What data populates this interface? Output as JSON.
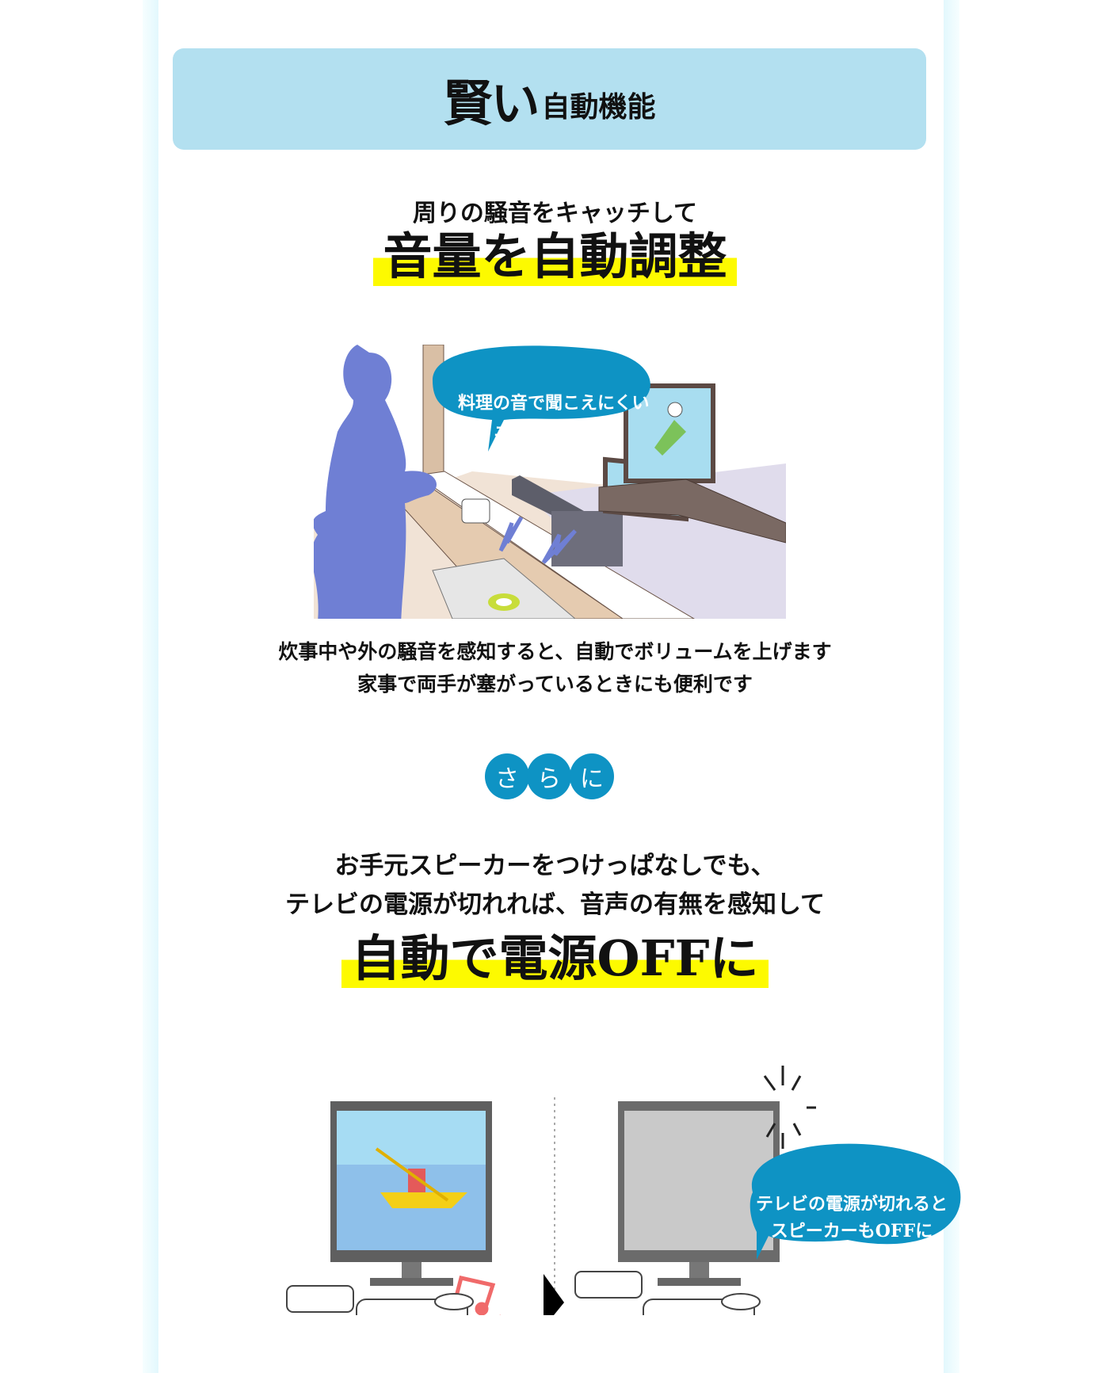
{
  "header": {
    "title_big": "賢い",
    "title_small": "自動機能"
  },
  "section1": {
    "subtitle": "周りの騒音をキャッチして",
    "headline": "音量を自動調整",
    "bubble": [
      "料理の音で聞こえにくい",
      "ボリュームUP！"
    ],
    "description": [
      "炊事中や外の騒音を感知すると、自動でボリュームを上げます",
      "家事で両手が塞がっているときにも便利です"
    ]
  },
  "sarani": [
    "さ",
    "ら",
    "に"
  ],
  "section2": {
    "description": [
      "お手元スピーカーをつけっぱなしでも、",
      "テレビの電源が切れれば、音声の有無を感知して"
    ],
    "headline": "自動で電源OFFに",
    "bubble": [
      "テレビの電源が切れると",
      "スピーカーもOFFに"
    ]
  },
  "colors": {
    "panel": "#b3e0f0",
    "accent": "#0e93c4",
    "highlight": "#fdfa00"
  }
}
